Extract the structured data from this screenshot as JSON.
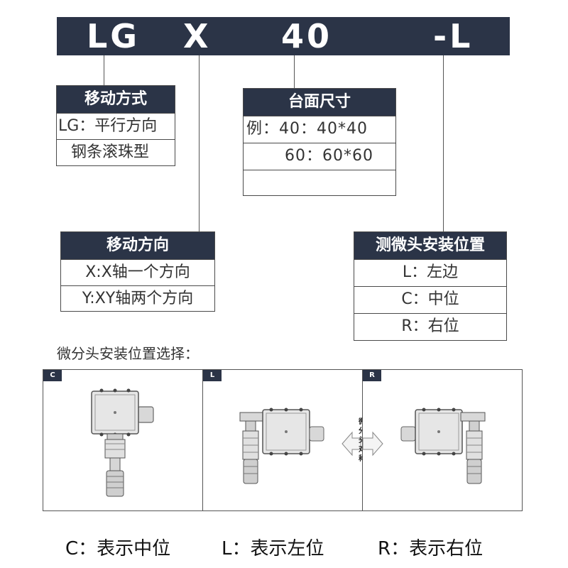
{
  "code": {
    "seg1": "LG",
    "seg2": "X",
    "seg3": "40",
    "seg4": "-L"
  },
  "move_mode": {
    "title": "移动方式",
    "rows": [
      "LG：平行方向",
      "钢条滚珠型"
    ]
  },
  "table_size": {
    "title": "台面尺寸",
    "rows": [
      "例：40：40*40",
      "60：60*60",
      ""
    ]
  },
  "move_dir": {
    "title": "移动方向",
    "rows": [
      "X:X轴一个方向",
      "Y:XY轴两个方向"
    ]
  },
  "head_pos": {
    "title": "测微头安装位置",
    "rows": [
      "L：左边",
      "C：中位",
      "R：右位"
    ]
  },
  "selection_caption": "微分头安装位置选择：",
  "panels": [
    {
      "tag": "C"
    },
    {
      "tag": "L"
    },
    {
      "tag": "R",
      "symmetry_label": [
        "微",
        "分",
        "头",
        "对",
        "称"
      ]
    }
  ],
  "footer": [
    "C：表示中位",
    "L：表示左位",
    "R：表示右位"
  ],
  "colors": {
    "navy": "#2b3447",
    "line": "#555555",
    "metal": "#d8d8d8"
  }
}
